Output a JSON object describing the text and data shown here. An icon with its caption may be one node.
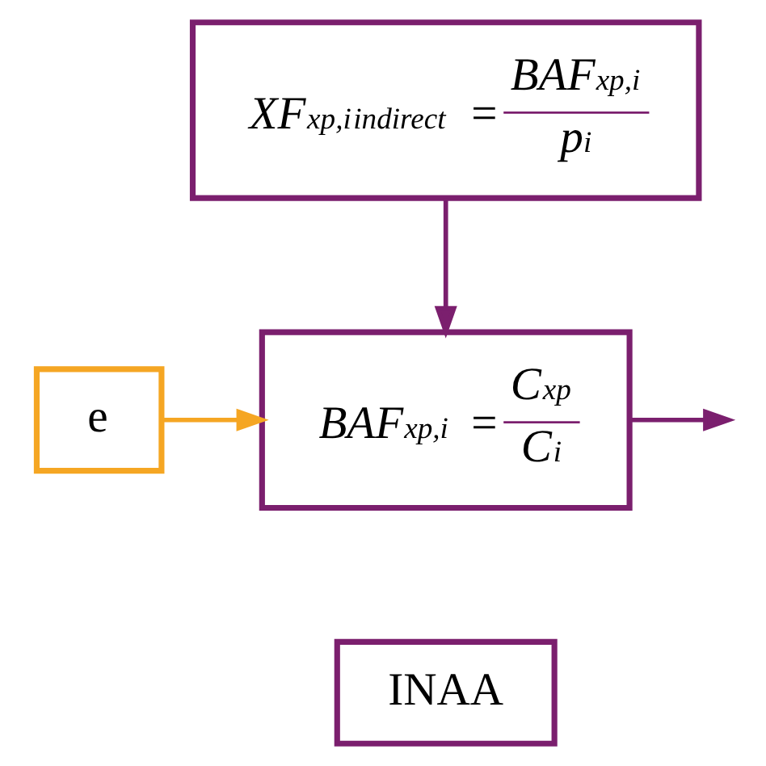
{
  "diagram": {
    "nodes": [
      {
        "text": [
          "*XF*$_{xp,i}$$^{indirect}$ =",
          "*BAF*$_{xp,i}$",
          "*p*$_{i}$"
        ]
      },
      {
        "text": [
          "e"
        ]
      },
      {
        "text": [
          "*BAF*$_{xp,i}$ =",
          "*C*$_{xp}$",
          "*C*$_{i}$"
        ]
      },
      {
        "text": [
          "INAA"
        ]
      }
    ],
    "edges": [
      {
        "from": 0,
        "to": 2,
        "arrow": "to"
      },
      {
        "from": 1,
        "to": 2,
        "arrow": "to",
        "color": "#f5a623"
      },
      {
        "from": 2,
        "to": null,
        "arrow": "to"
      }
    ]
  }
}
